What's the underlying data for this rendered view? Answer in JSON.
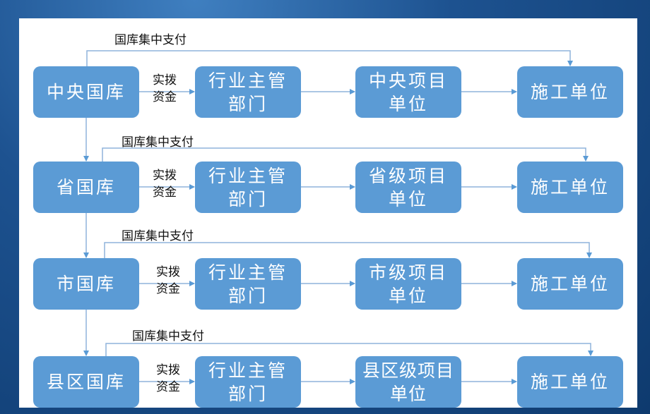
{
  "colors": {
    "box": "#5b9bd5",
    "line": "#7aa6d6",
    "background": "#1d5290"
  },
  "rows": [
    {
      "treasury": "中央国库",
      "central_pay": "国库集中支付",
      "fund_line1": "实拨",
      "fund_line2": "资金",
      "dept_line1": "行业主管",
      "dept_line2": "部门",
      "project_line1": "中央项目",
      "project_line2": "单位",
      "contractor": "施工单位"
    },
    {
      "treasury": "省国库",
      "central_pay": "国库集中支付",
      "fund_line1": "实拨",
      "fund_line2": "资金",
      "dept_line1": "行业主管",
      "dept_line2": "部门",
      "project_line1": "省级项目",
      "project_line2": "单位",
      "contractor": "施工单位"
    },
    {
      "treasury": "市国库",
      "central_pay": "国库集中支付",
      "fund_line1": "实拨",
      "fund_line2": "资金",
      "dept_line1": "行业主管",
      "dept_line2": "部门",
      "project_line1": "市级项目",
      "project_line2": "单位",
      "contractor": "施工单位"
    },
    {
      "treasury": "县区国库",
      "central_pay": "国库集中支付",
      "fund_line1": "实拨",
      "fund_line2": "资金",
      "dept_line1": "行业主管",
      "dept_line2": "部门",
      "project_line1": "县区级项目",
      "project_line2": "单位",
      "contractor": "施工单位"
    }
  ]
}
